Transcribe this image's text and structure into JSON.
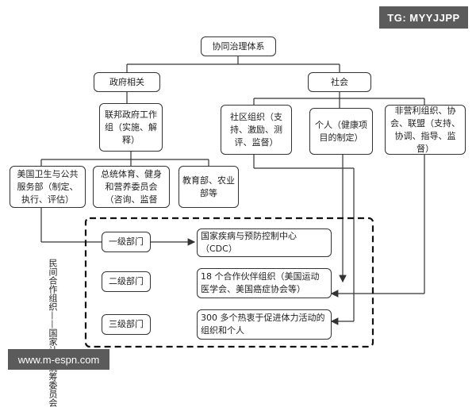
{
  "root": {
    "label": "协同治理体系"
  },
  "government": {
    "label": "政府相关",
    "federal": "联邦政府工作组（实施、解释）",
    "departments": [
      "美国卫生与公共服务部（制定、执行、评估）",
      "总统体育、健身和营养委员会（咨询、监督",
      "教育部、农业部等"
    ]
  },
  "society": {
    "label": "社会",
    "groups": [
      "社区组织（支持、激励、测评、监督）",
      "个人（健康项目的制定）",
      "非营利组织、协会、联盟（支持、协调、指导、监督）"
    ]
  },
  "plan": {
    "side_label": "民间合作组织——国家计划统筹委员会",
    "levels": [
      "一级部门",
      "二级部门",
      "三级部门"
    ],
    "members": [
      "国家疾病与预防控制中心（CDC）",
      "18 个合作伙伴组织（美国运动医学会、美国癌症协会等）",
      "300 多个热衷于促进体力活动的组织和个人"
    ]
  },
  "watermarks": {
    "top": "TG: MYYJJPP",
    "bottom": "www.m-espn.com"
  },
  "colors": {
    "line": "#333333",
    "watermark_bg": "#5b5b5b"
  }
}
